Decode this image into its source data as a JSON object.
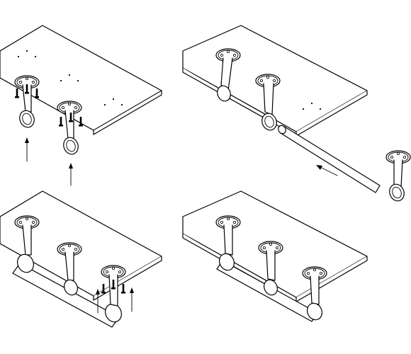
{
  "figure": {
    "description_text": "",
    "steps": [
      {
        "name": "step-1",
        "action": "attach-brackets-with-screws"
      },
      {
        "name": "step-2",
        "action": "insert-rail-through-brackets"
      },
      {
        "name": "step-3",
        "action": "fasten-end-bracket-with-screws"
      },
      {
        "name": "step-4",
        "action": "assembled"
      }
    ],
    "colors": {
      "line": "#000000",
      "background": "#ffffff"
    }
  }
}
